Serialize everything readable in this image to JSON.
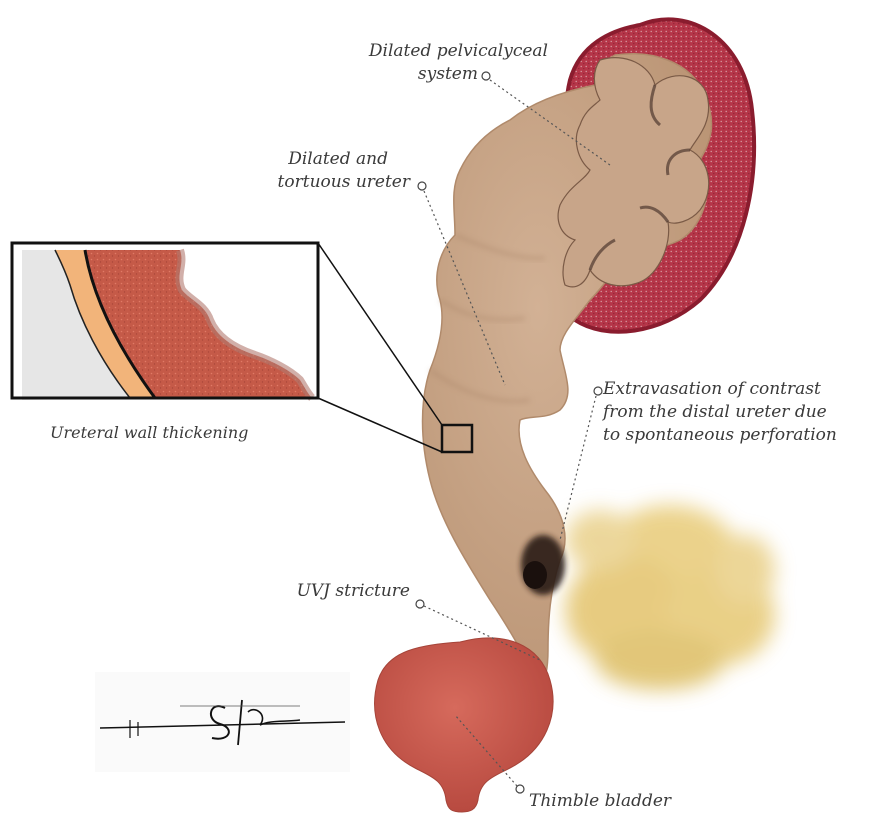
{
  "labels": {
    "pelvicalyceal_line1": "Dilated pelvicalyceal",
    "pelvicalyceal_line2": "system",
    "ureter_line1": "Dilated and",
    "ureter_line2": "tortuous ureter",
    "extravasation_line1": "Extravasation of contrast",
    "extravasation_line2": "from the distal ureter due",
    "extravasation_line3": "to spontaneous perforation",
    "wall": "Ureteral wall thickening",
    "uvj": "UVJ stricture",
    "bladder": "Thimble bladder"
  },
  "colors": {
    "ureter": "#c9a688",
    "kidney_cortex": "#a82a3c",
    "kidney_outline": "#8a1c2e",
    "bladder": "#c9574a",
    "contrast_extravasation": "#e3c36a",
    "wall_tissue": "#c55a48",
    "wall_outer_layer": "#f2b47a",
    "perforation": "#2b1d19"
  },
  "icons": {
    "signature": "artist-signature"
  }
}
